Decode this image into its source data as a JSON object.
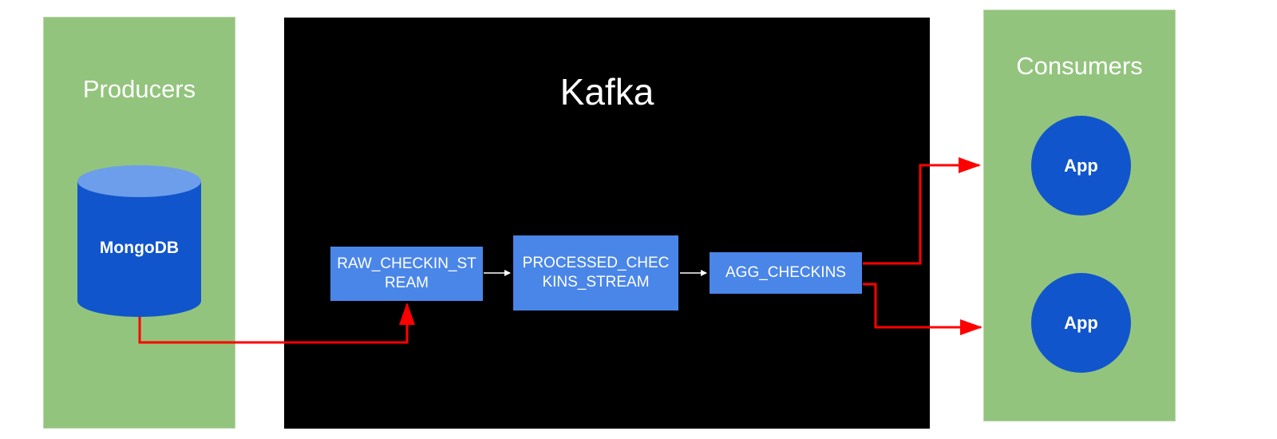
{
  "producers": {
    "title": "Producers",
    "database": {
      "label": "MongoDB",
      "icon": "database-cylinder-icon"
    }
  },
  "kafka": {
    "title": "Kafka",
    "streams": [
      {
        "label": "RAW_CHECKIN_STREAM"
      },
      {
        "label": "PROCESSED_CHECKINS_STREAM"
      },
      {
        "label": "AGG_CHECKINS"
      }
    ]
  },
  "consumers": {
    "title": "Consumers",
    "apps": [
      {
        "label": "App"
      },
      {
        "label": "App"
      }
    ]
  },
  "colors": {
    "panel_green": "#93c47d",
    "kafka_background": "#000000",
    "stream_box": "#4a86e8",
    "app_circle": "#1155cc",
    "cylinder_body": "#1155cc",
    "cylinder_top": "#6d9eeb",
    "flow_arrow": "#ff0000",
    "internal_arrow": "#ffffff"
  }
}
